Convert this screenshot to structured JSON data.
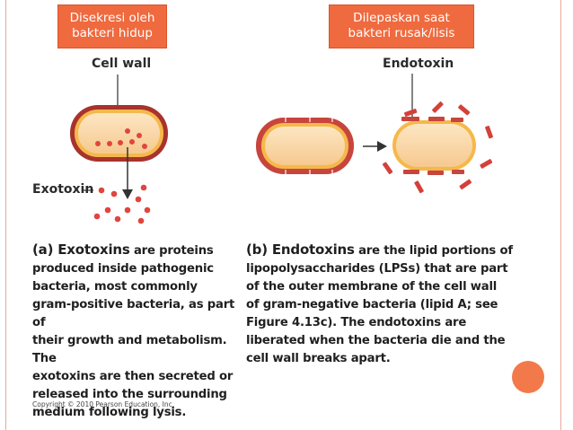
{
  "left_tag": {
    "line1": "Disekresi oleh",
    "line2": "bakteri hidup"
  },
  "right_tag": {
    "line1": "Dilepaskan saat",
    "line2": "bakteri rusak/lisis"
  },
  "labels": {
    "cell_wall": "Cell wall",
    "endotoxin": "Endotoxin",
    "exotoxin": "Exotoxin"
  },
  "panel_a": {
    "lead": "(a) ",
    "term": "Exotoxins",
    "lines": [
      " are proteins",
      "produced inside pathogenic",
      "bacteria, most commonly",
      "gram-positive bacteria, as part of",
      "their growth and metabolism. The",
      "exotoxins are then secreted or",
      "released into the surrounding",
      "medium following lysis."
    ]
  },
  "panel_b": {
    "lead": "(b) ",
    "term": "Endotoxins",
    "lines": [
      " are the lipid portions of",
      "lipopolysaccharides (LPSs) that are part",
      "of the outer membrane of the cell wall",
      "of gram-negative bacteria (lipid A; see",
      "Figure 4.13c). The endotoxins are",
      "liberated when the bacteria die and the",
      "cell wall breaks apart."
    ]
  },
  "copyright": "Copyright © 2010 Pearson Education, Inc.",
  "colors": {
    "tag": "#ef6a3e",
    "accent_circle": "#f27a4a",
    "wall": "#b03a33",
    "toxin": "#e0453f"
  }
}
